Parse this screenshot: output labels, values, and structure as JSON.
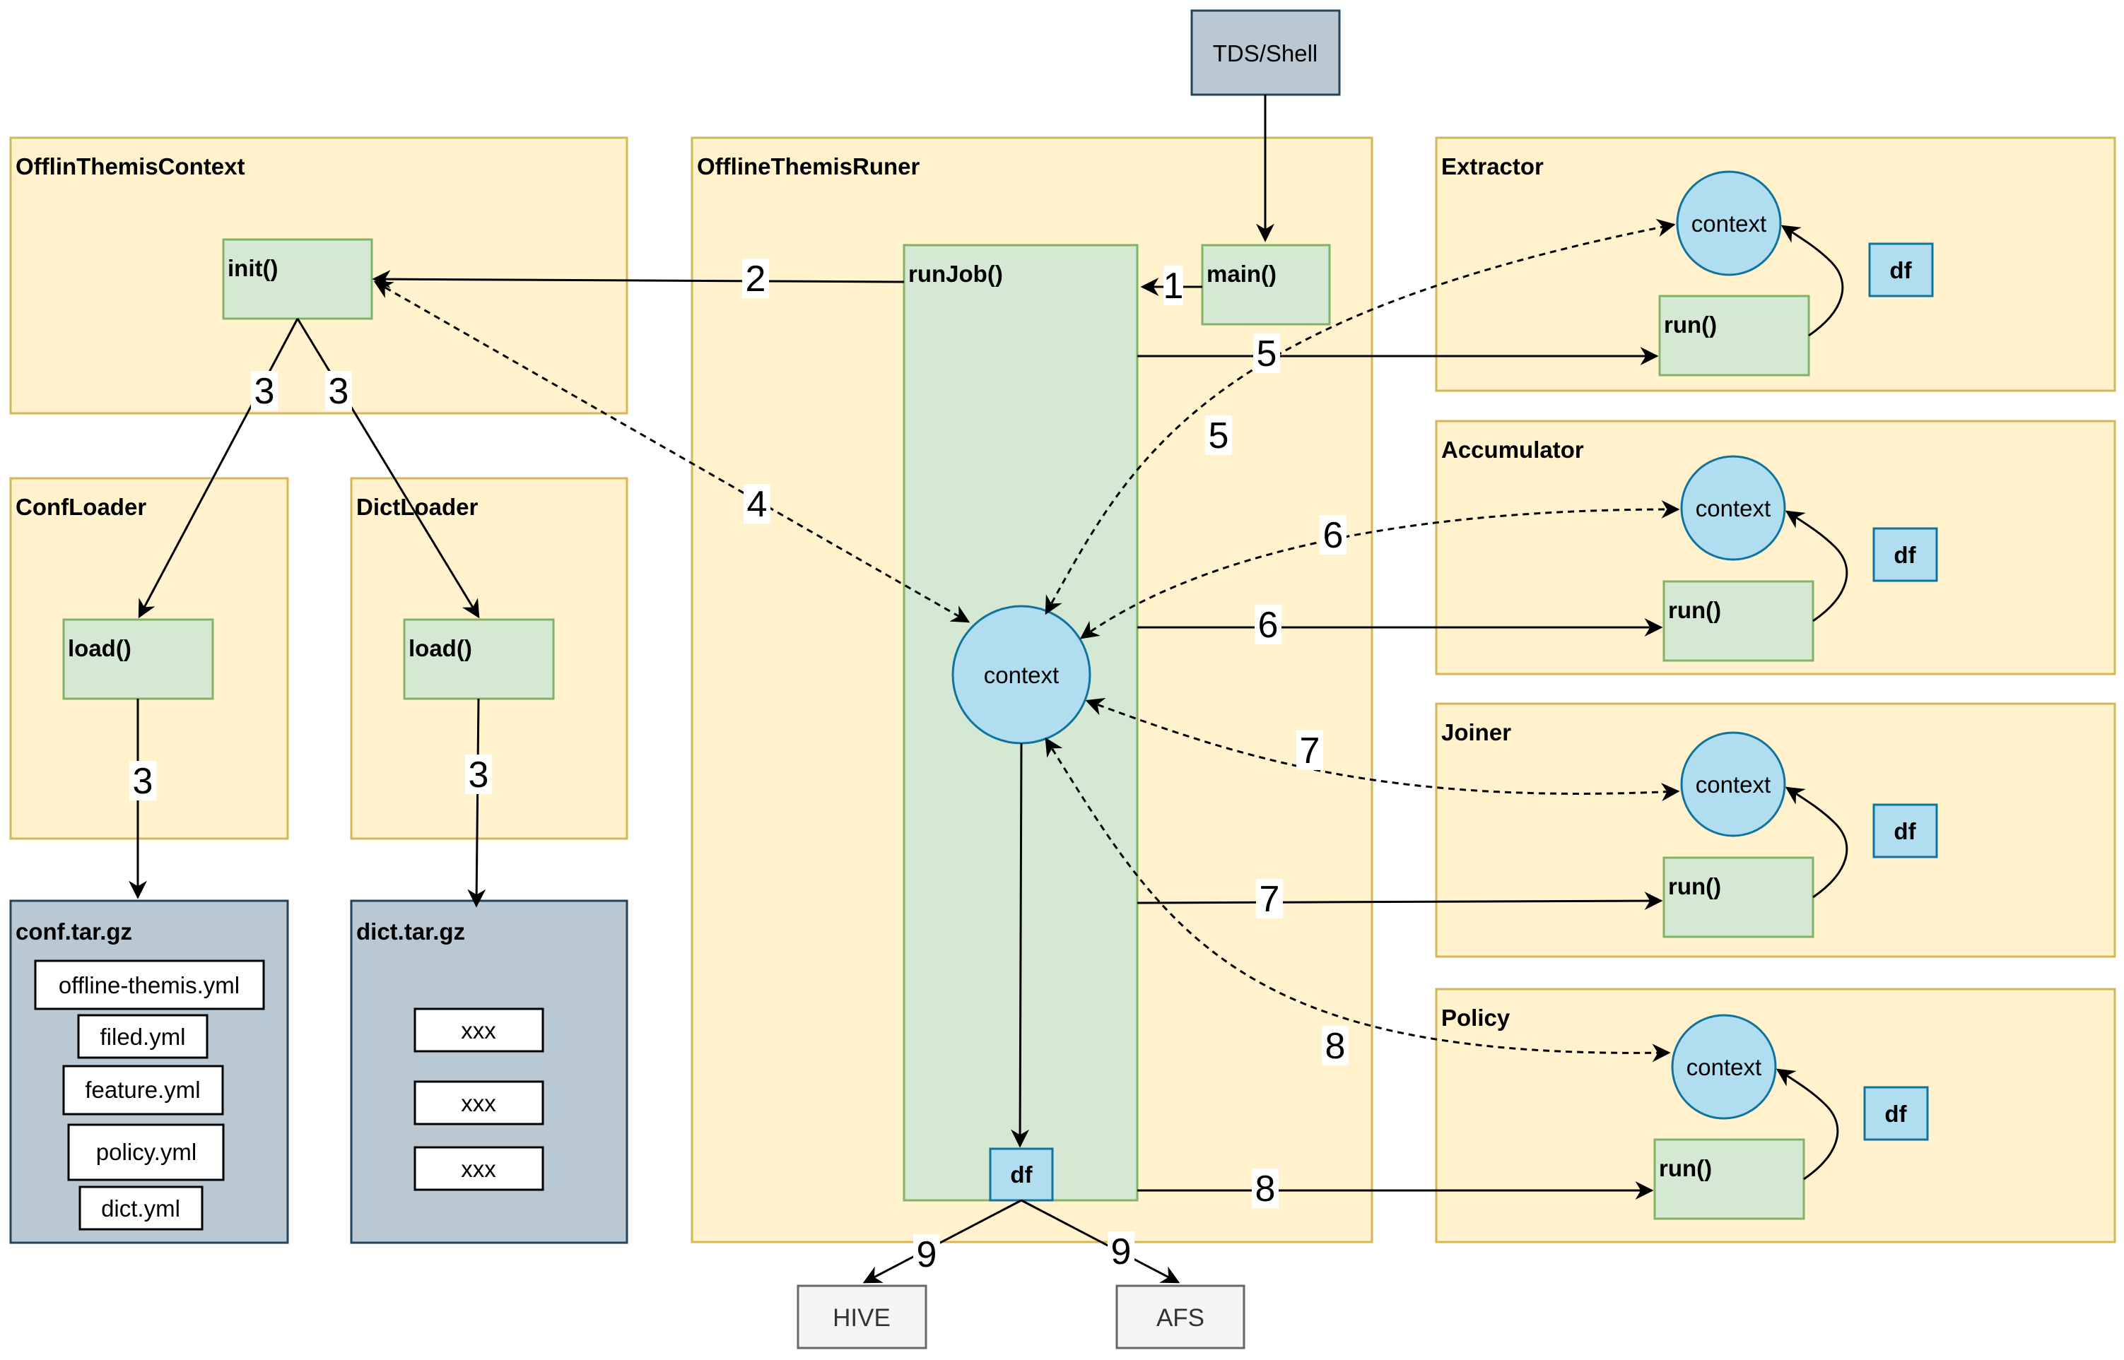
{
  "nodes": {
    "tds_shell": "TDS/Shell",
    "hive": "HIVE",
    "afs": "AFS"
  },
  "context_module": {
    "title": "OfflinThemisContext",
    "init": "init()"
  },
  "conf_loader": {
    "title": "ConfLoader",
    "load": "load()"
  },
  "dict_loader": {
    "title": "DictLoader",
    "load": "load()"
  },
  "conf_archive": {
    "title": "conf.tar.gz",
    "files": [
      "offline-themis.yml",
      "filed.yml",
      "feature.yml",
      "policy.yml",
      "dict.yml"
    ]
  },
  "dict_archive": {
    "title": "dict.tar.gz",
    "files": [
      "xxx",
      "xxx",
      "xxx"
    ]
  },
  "runner": {
    "title": "OfflineThemisRuner",
    "run_job": "runJob()",
    "main": "main()",
    "context": "context",
    "df": "df"
  },
  "modules": [
    {
      "title": "Extractor",
      "context": "context",
      "run": "run()",
      "df": "df"
    },
    {
      "title": "Accumulator",
      "context": "context",
      "run": "run()",
      "df": "df"
    },
    {
      "title": "Joiner",
      "context": "context",
      "run": "run()",
      "df": "df"
    },
    {
      "title": "Policy",
      "context": "context",
      "run": "run()",
      "df": "df"
    }
  ],
  "step_labels": {
    "s1": "1",
    "s2": "2",
    "s3a": "3",
    "s3b": "3",
    "s3c": "3",
    "s3d": "3",
    "s4": "4",
    "s5a": "5",
    "s5b": "5",
    "s6a": "6",
    "s6b": "6",
    "s7a": "7",
    "s7b": "7",
    "s8a": "8",
    "s8b": "8",
    "s9a": "9",
    "s9b": "9"
  },
  "colors": {
    "container_fill": "#fff2cc",
    "container_stroke": "#d6b656",
    "method_fill": "#d5e8d4",
    "method_stroke": "#82b366",
    "context_fill": "#b1ddf0",
    "context_stroke": "#10739e",
    "archive_fill": "#bac8d3",
    "archive_stroke": "#23445d",
    "external_fill": "#f5f5f5",
    "external_stroke": "#666666"
  }
}
